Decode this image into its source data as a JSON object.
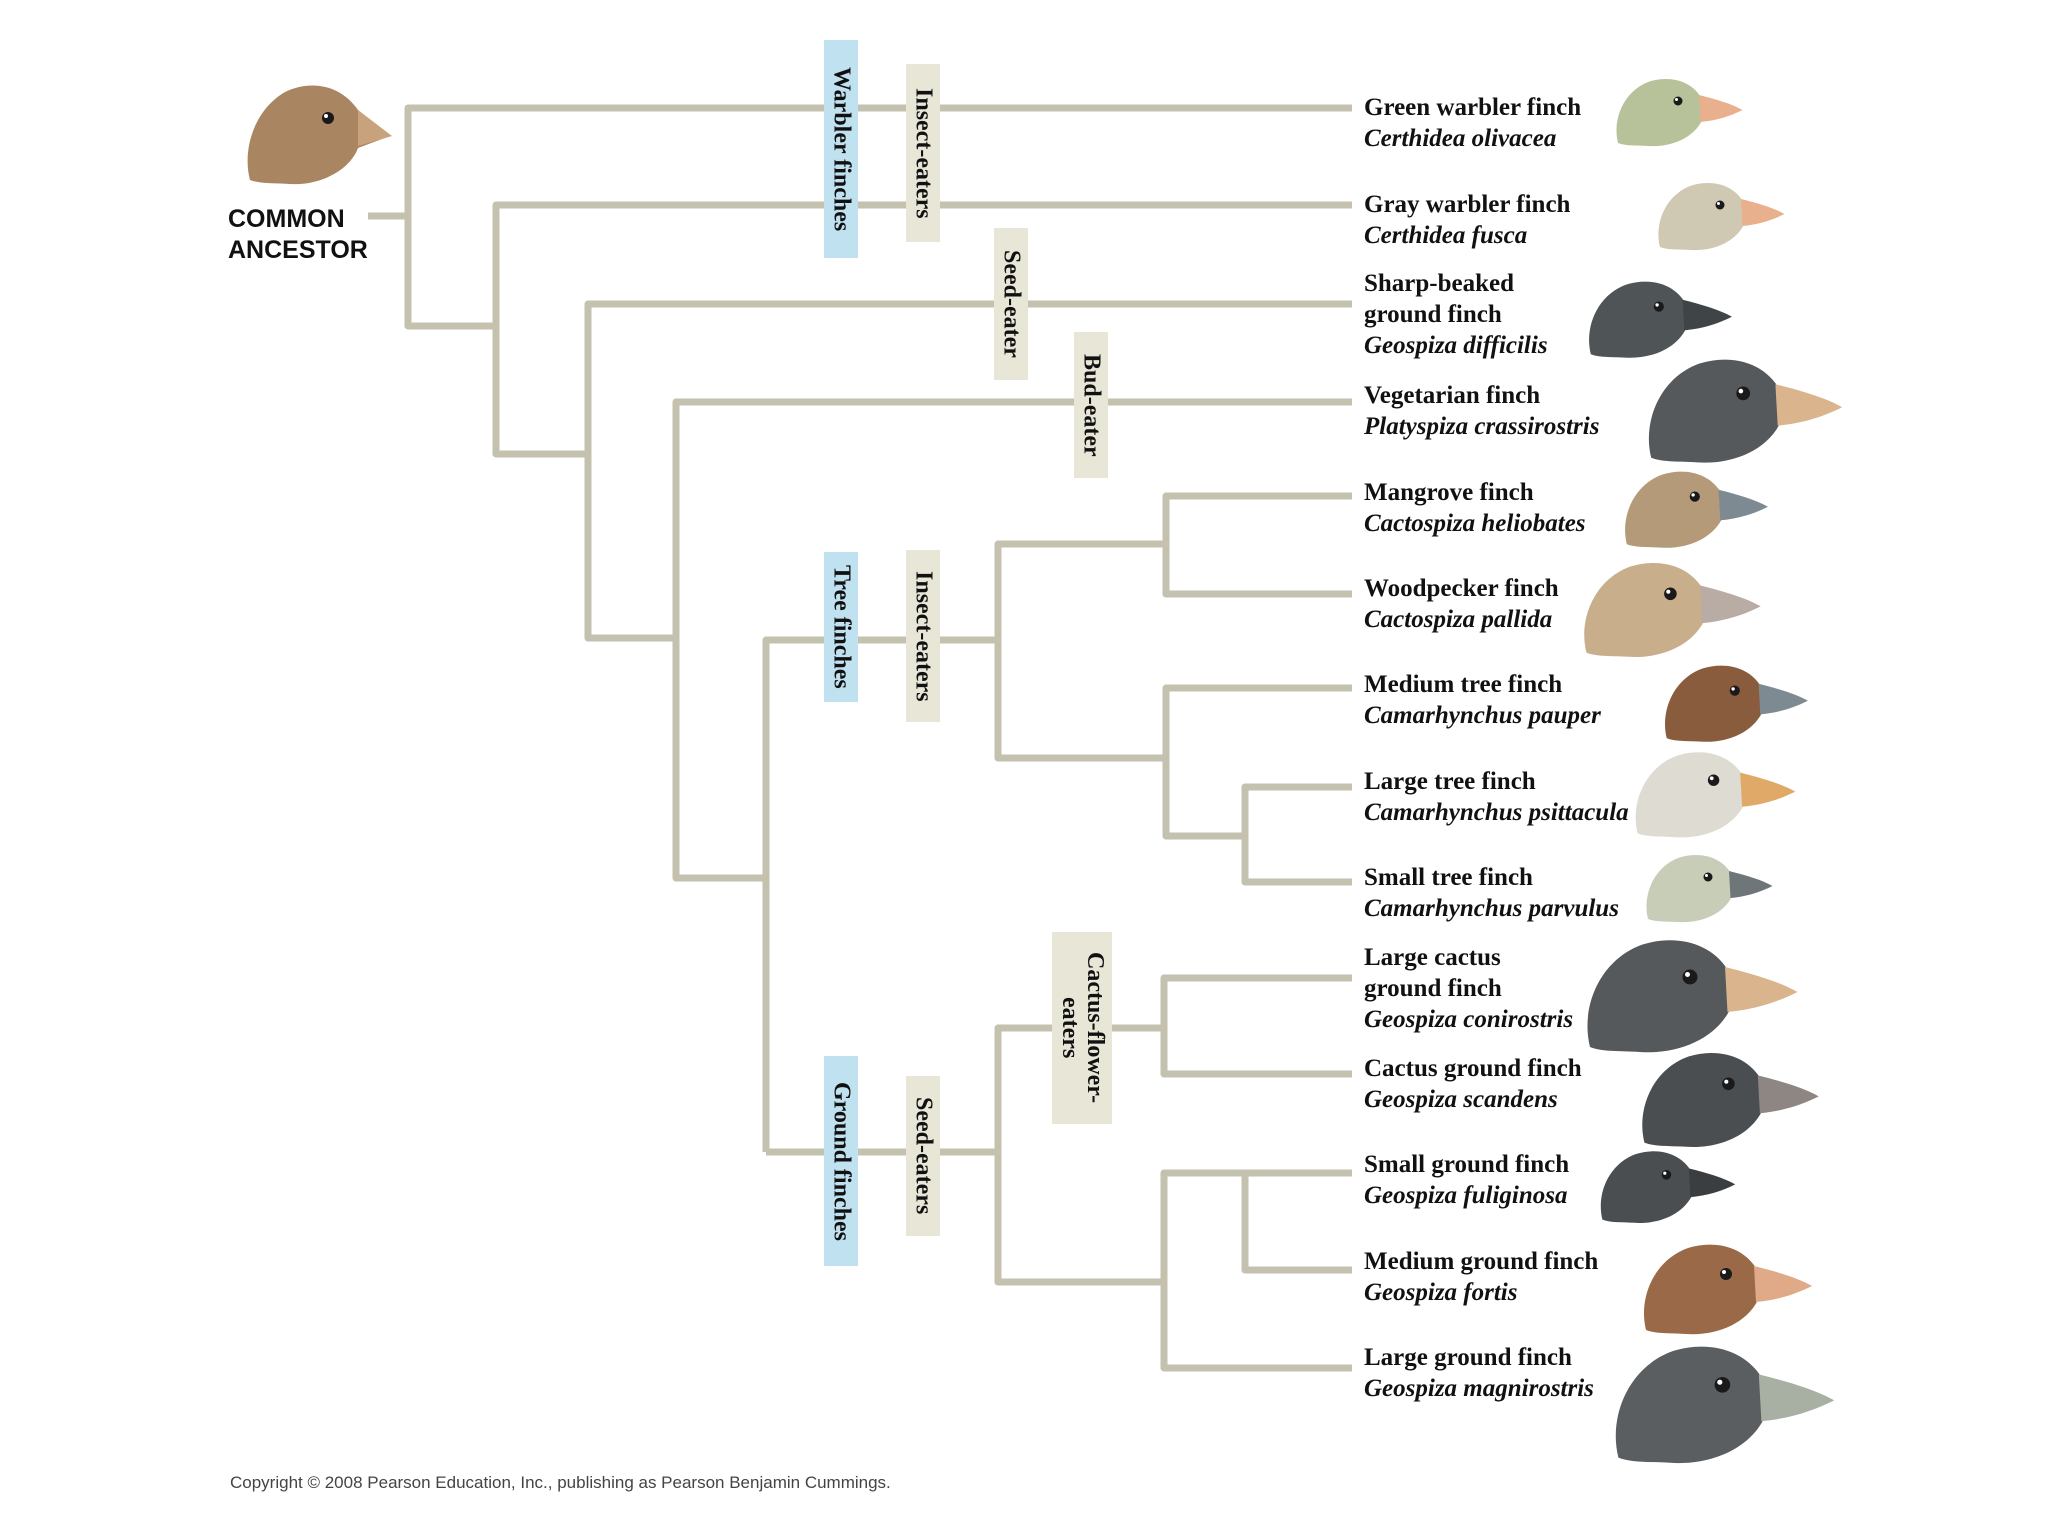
{
  "ancestor": {
    "line1": "COMMON",
    "line2": "ANCESTOR",
    "color": "#a98661"
  },
  "group_labels": {
    "warbler_finches": "Warbler finches",
    "tree_finches": "Tree finches",
    "ground_finches": "Ground finches"
  },
  "diet_labels": {
    "insect_eaters_top": "Insect-eaters",
    "seed_eater": "Seed-eater",
    "bud_eater": "Bud-eater",
    "insect_eaters_tree": "Insect-eaters",
    "cactus_flower_eaters_1": "Cactus-flower-",
    "cactus_flower_eaters_2": "eaters",
    "seed_eaters_ground": "Seed-eaters"
  },
  "species": [
    {
      "common": "Green warbler finch",
      "scientific": "Certhidea olivacea",
      "color": "#b8c29a",
      "beak": "#e8b08c"
    },
    {
      "common": "Gray warbler finch",
      "scientific": "Certhidea fusca",
      "color": "#cfc8b2",
      "beak": "#e8b08c"
    },
    {
      "common_line1": "Sharp-beaked",
      "common_line2": "ground finch",
      "scientific": "Geospiza difficilis",
      "color": "#4f5456",
      "beak": "#3f4446"
    },
    {
      "common": "Vegetarian finch",
      "scientific": "Platyspiza crassirostris",
      "color": "#55595c",
      "beak": "#d9b48c"
    },
    {
      "common": "Mangrove finch",
      "scientific": "Cactospiza heliobates",
      "color": "#b49a78",
      "beak": "#7d8a92"
    },
    {
      "common": "Woodpecker finch",
      "scientific": "Cactospiza pallida",
      "color": "#c9ae8c",
      "beak": "#b8aca4"
    },
    {
      "common": "Medium tree finch",
      "scientific": "Camarhynchus pauper",
      "color": "#8a5c3e",
      "beak": "#7d8a92"
    },
    {
      "common": "Large tree finch",
      "scientific": "Camarhynchus psittacula",
      "color": "#dedbd2",
      "beak": "#e0a968"
    },
    {
      "common": "Small tree finch",
      "scientific": "Camarhynchus parvulus",
      "color": "#c8cdb8",
      "beak": "#6f767a"
    },
    {
      "common_line1": "Large cactus",
      "common_line2": "ground finch",
      "scientific": "Geospiza conirostris",
      "color": "#55595c",
      "beak": "#d9b48c"
    },
    {
      "common": "Cactus ground finch",
      "scientific": "Geospiza scandens",
      "color": "#4a4e51",
      "beak": "#8d8682"
    },
    {
      "common": "Small ground finch",
      "scientific": "Geospiza fuliginosa",
      "color": "#4a4e51",
      "beak": "#3a3e41"
    },
    {
      "common": "Medium ground finch",
      "scientific": "Geospiza fortis",
      "color": "#9a6a48",
      "beak": "#e0a988"
    },
    {
      "common": "Large ground finch",
      "scientific": "Geospiza magnirostris",
      "color": "#5a5e61",
      "beak": "#a8b0a4"
    }
  ],
  "copyright": "Copyright © 2008 Pearson Education, Inc., publishing as Pearson Benjamin Cummings.",
  "colors": {
    "branch": "#c4c2ae",
    "group_label_bg": "#bfe1f0",
    "diet_label_bg": "#e8e6d6"
  }
}
